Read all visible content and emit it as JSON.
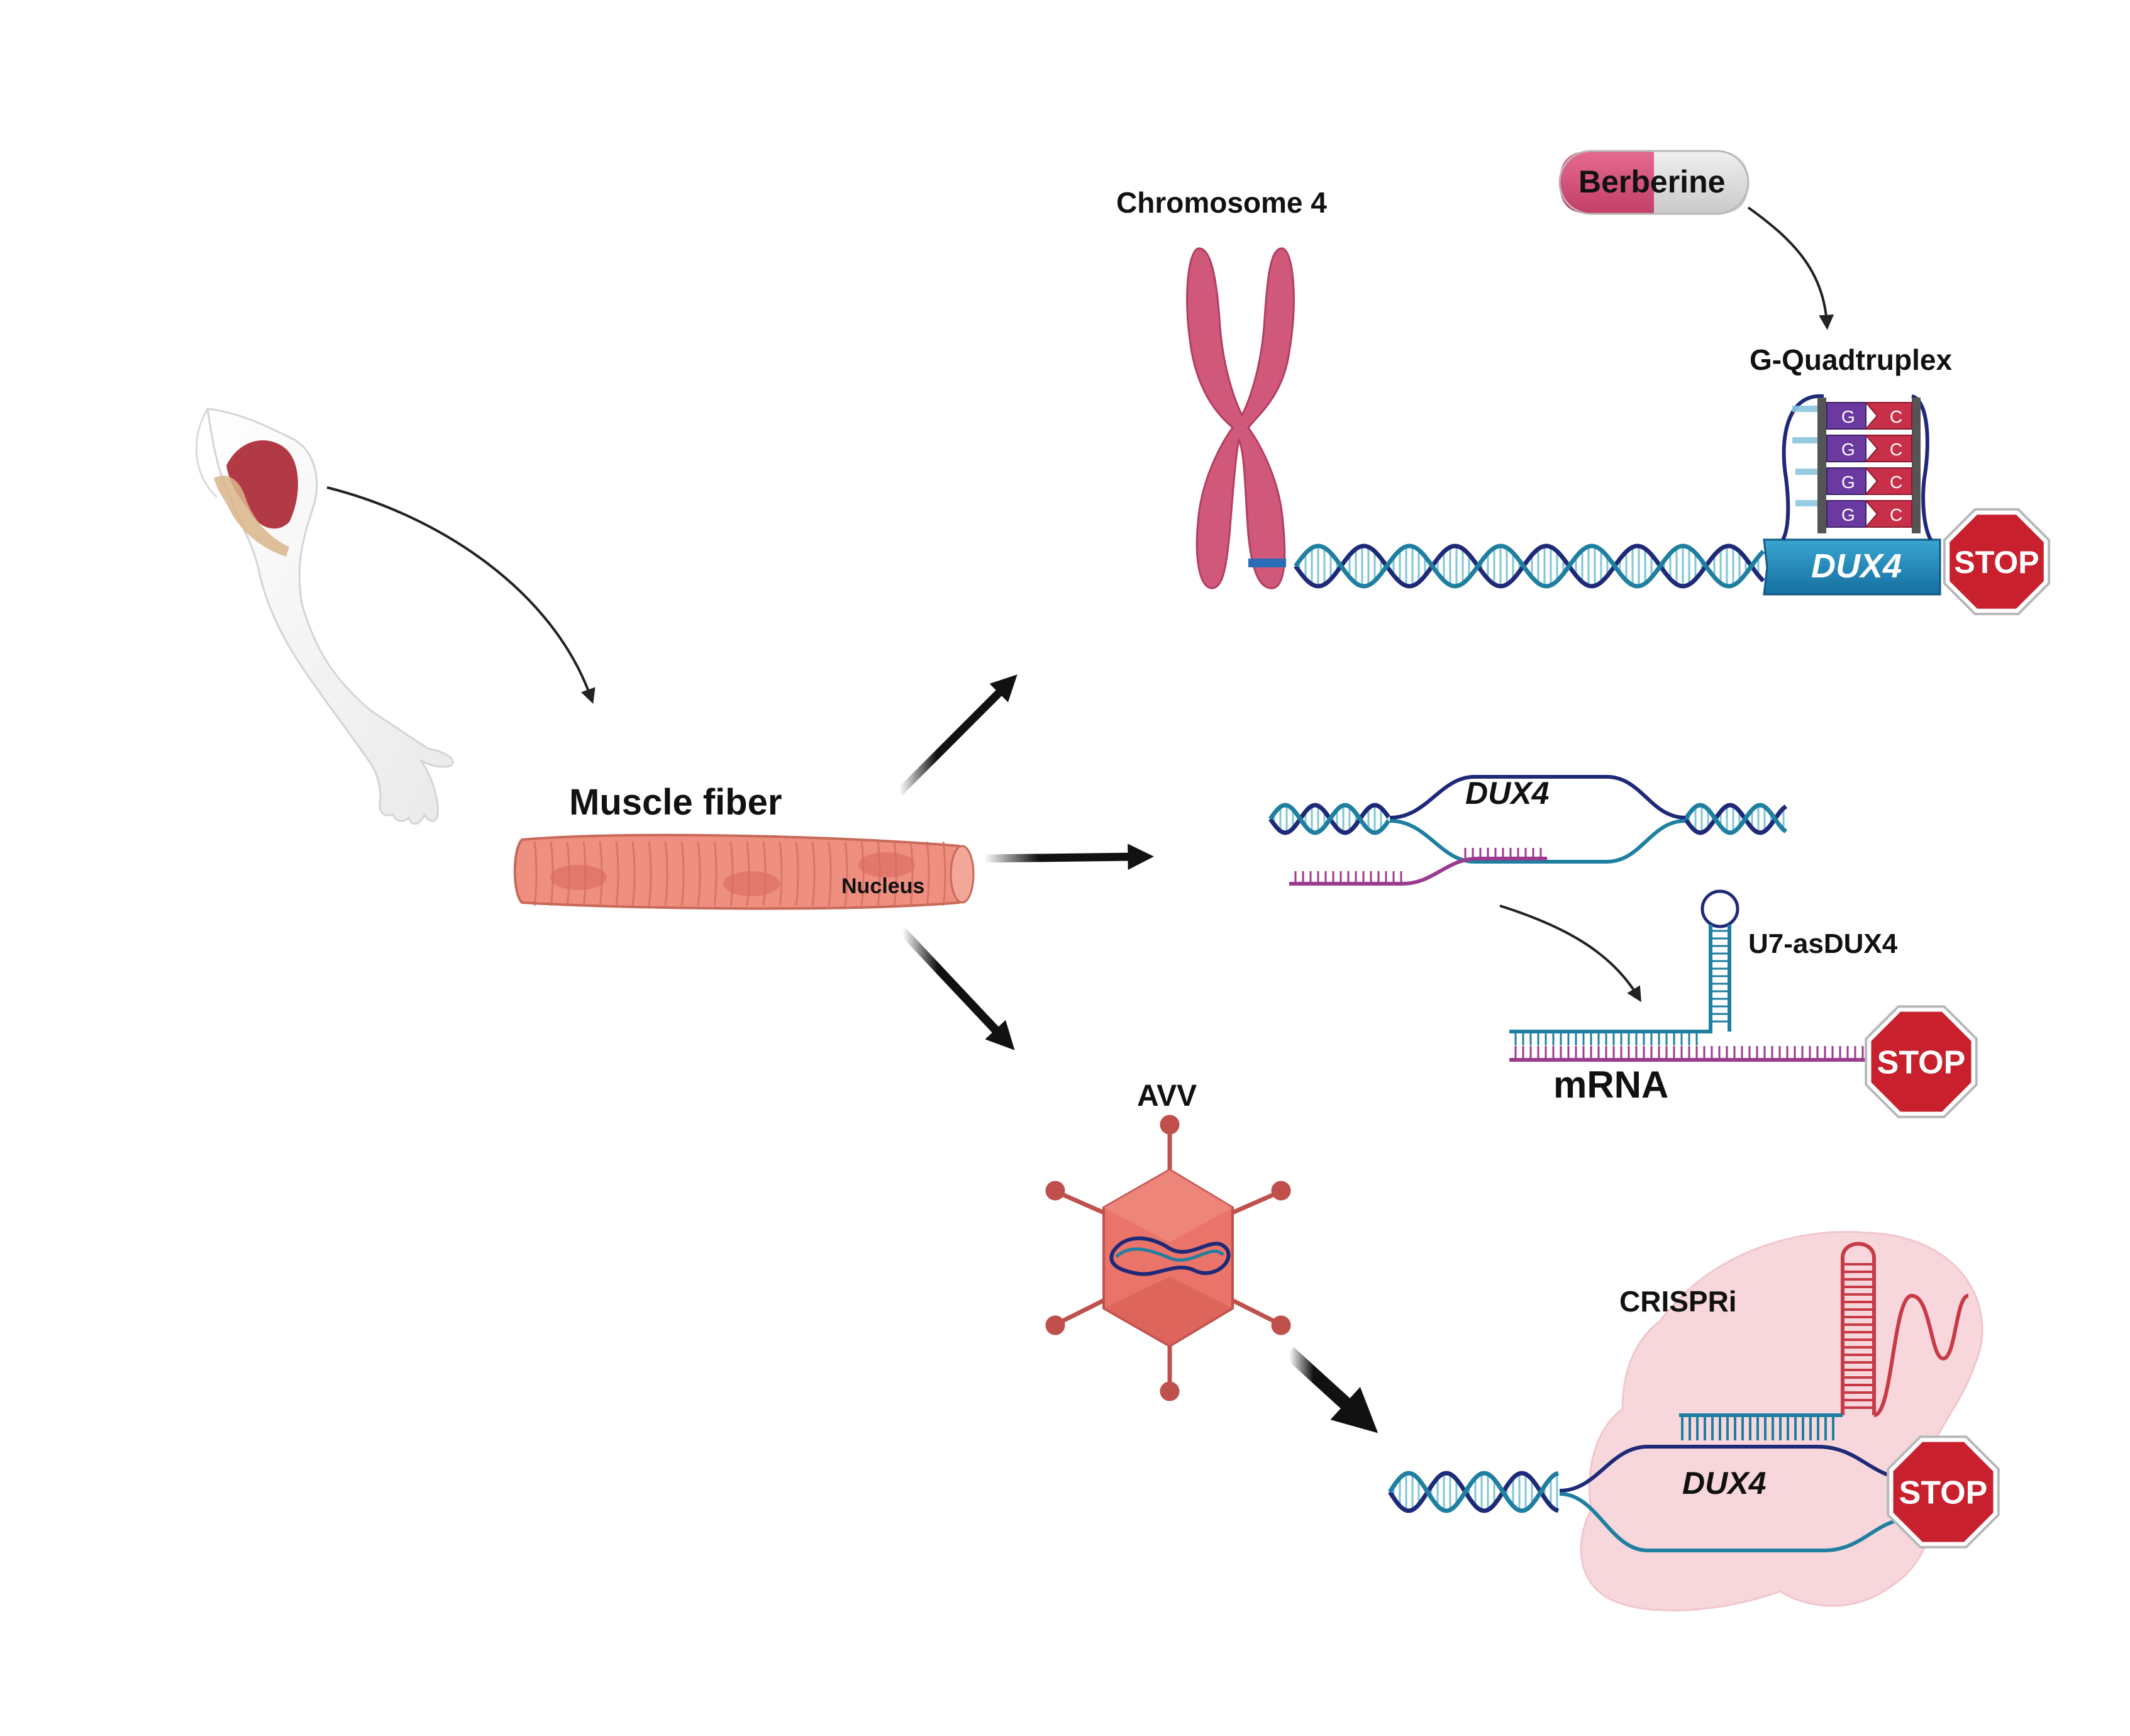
{
  "labels": {
    "muscle_fiber": "Muscle fiber",
    "nucleus": "Nucleus",
    "chromosome": "Chromosome 4",
    "berberine": "Berberine",
    "g_quadruplex": "G-Quadtruplex",
    "dux4_gene": "DUX4",
    "dux4_transcript": "DUX4",
    "u7": "U7-asDUX4",
    "mrna": "mRNA",
    "avv": "AVV",
    "crispri": "CRISPRi",
    "dux4_crispri": "DUX4",
    "stop": "STOP",
    "g_base": "G",
    "c_base": "C"
  },
  "colors": {
    "dna_dark": "#1e2a78",
    "dna_teal": "#1f7fa0",
    "rna_purple": "#9b3a8e",
    "stop_red": "#c8202c",
    "chromosome": "#d0587a",
    "muscle": "#ee8f80",
    "virus": "#e8675f",
    "crispr_blob": "#f7d3d8",
    "guide_red": "#c83a46"
  }
}
